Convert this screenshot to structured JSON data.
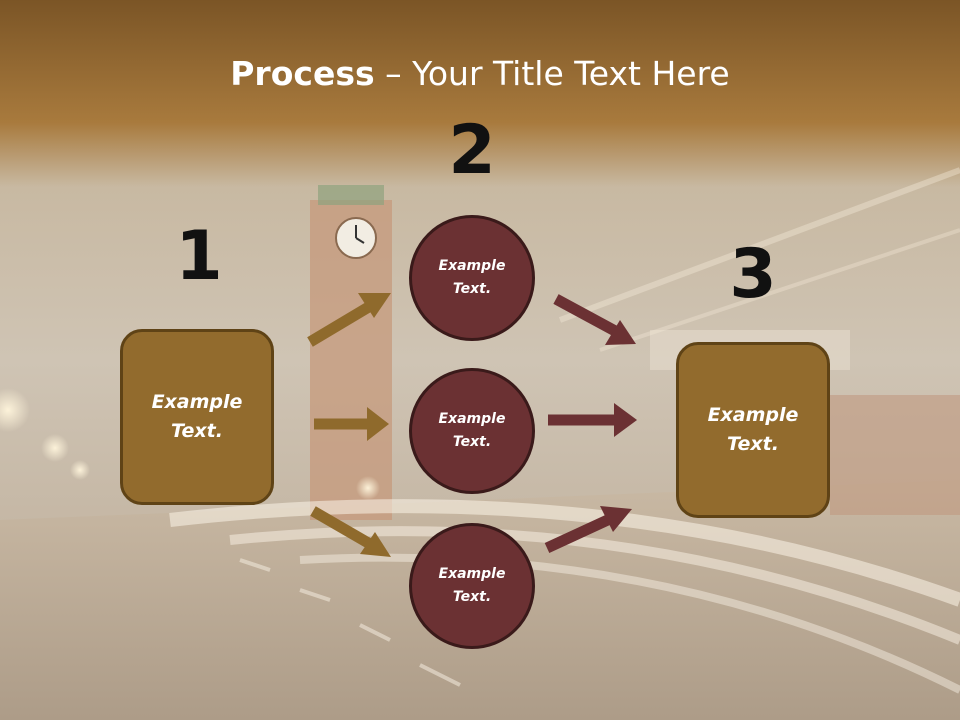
{
  "title": {
    "bold": "Process",
    "rest": " – Your Title Text Here"
  },
  "steps": [
    {
      "number": "1",
      "label": "Example Text."
    },
    {
      "number": "2",
      "label": "Example Text."
    },
    {
      "number": "3",
      "label": "Example Text."
    }
  ],
  "circles": [
    {
      "label": "Example Text."
    },
    {
      "label": "Example Text."
    },
    {
      "label": "Example Text."
    }
  ],
  "colors": {
    "box_fill": "#926b2d",
    "circle_fill": "#6b3133",
    "arrow_gold": "#8f6a2c",
    "arrow_maroon": "#6b3133"
  }
}
